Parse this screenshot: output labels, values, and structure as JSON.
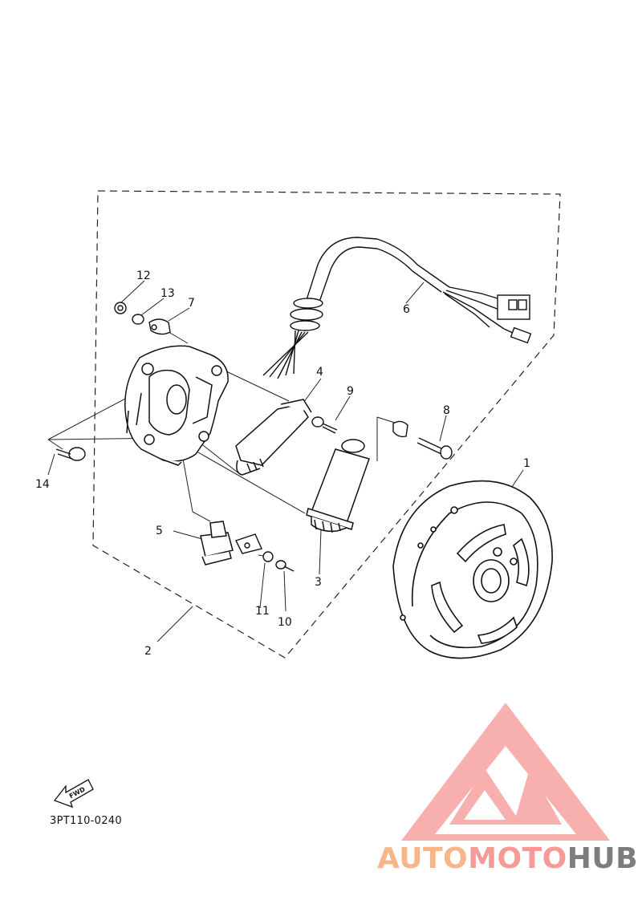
{
  "diagram": {
    "parts": [
      {
        "id": "1",
        "label": "1"
      },
      {
        "id": "2",
        "label": "2"
      },
      {
        "id": "3",
        "label": "3"
      },
      {
        "id": "4",
        "label": "4"
      },
      {
        "id": "5",
        "label": "5"
      },
      {
        "id": "6",
        "label": "6"
      },
      {
        "id": "7",
        "label": "7"
      },
      {
        "id": "8",
        "label": "8"
      },
      {
        "id": "9",
        "label": "9"
      },
      {
        "id": "10",
        "label": "10"
      },
      {
        "id": "11",
        "label": "11"
      },
      {
        "id": "12",
        "label": "12"
      },
      {
        "id": "13",
        "label": "13"
      },
      {
        "id": "14",
        "label": "14"
      }
    ],
    "fwd_label": "FWD",
    "drawing_code": "3PT110-0240"
  },
  "watermark": {
    "part1": "AUTO",
    "part2": "MOTO",
    "part3": "HUB",
    "color1": "#f7b58a",
    "color2": "#f59a94",
    "color3": "#7d7d7d",
    "logo_color": "#f7a3a0"
  }
}
